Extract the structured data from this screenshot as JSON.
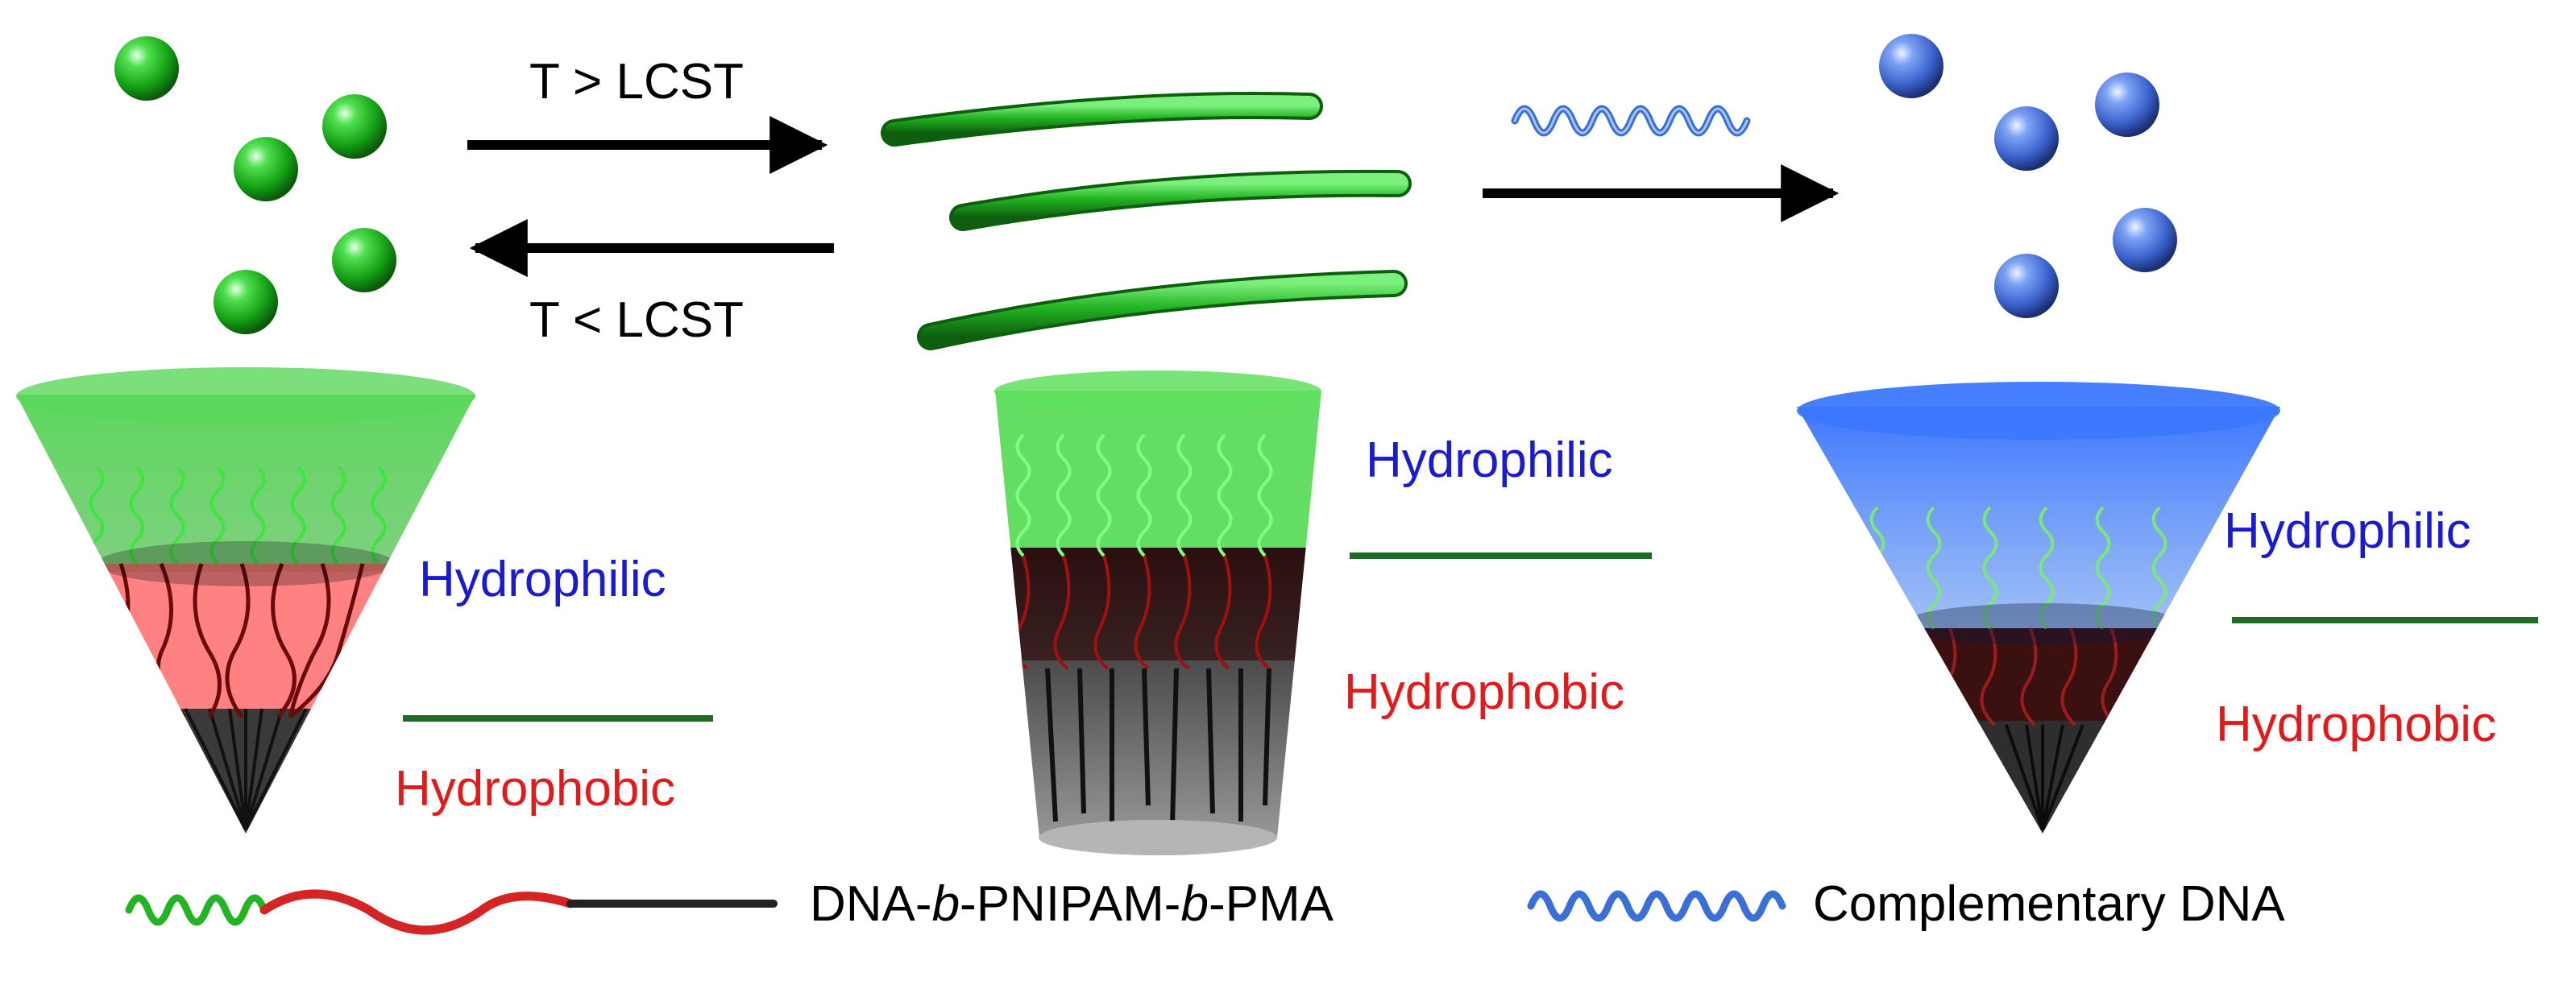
{
  "arrows": {
    "forward_condition": "T > LCST",
    "reverse_condition": "T < LCST"
  },
  "cone_left": {
    "hydrophilic": "Hydrophilic",
    "hydrophobic": "Hydrophobic"
  },
  "cylinder_middle": {
    "hydrophilic": "Hydrophilic",
    "hydrophobic": "Hydrophobic"
  },
  "cone_right": {
    "hydrophilic": "Hydrophilic",
    "hydrophobic": "Hydrophobic"
  },
  "legend": {
    "polymer_label_parts": [
      "DNA-",
      "b",
      "-PNIPAM-",
      "b",
      "-PMA"
    ],
    "complementary_label": "Complementary DNA"
  },
  "colors": {
    "dna_green": "#22b422",
    "pnipam_red": "#e03030",
    "pma_black": "#222222",
    "complementary_blue": "#3a6fd8",
    "hydrophilic_text": "#1a1ad0",
    "hydrophobic_text": "#e01b1b",
    "divider_green": "#1f6b1f"
  }
}
